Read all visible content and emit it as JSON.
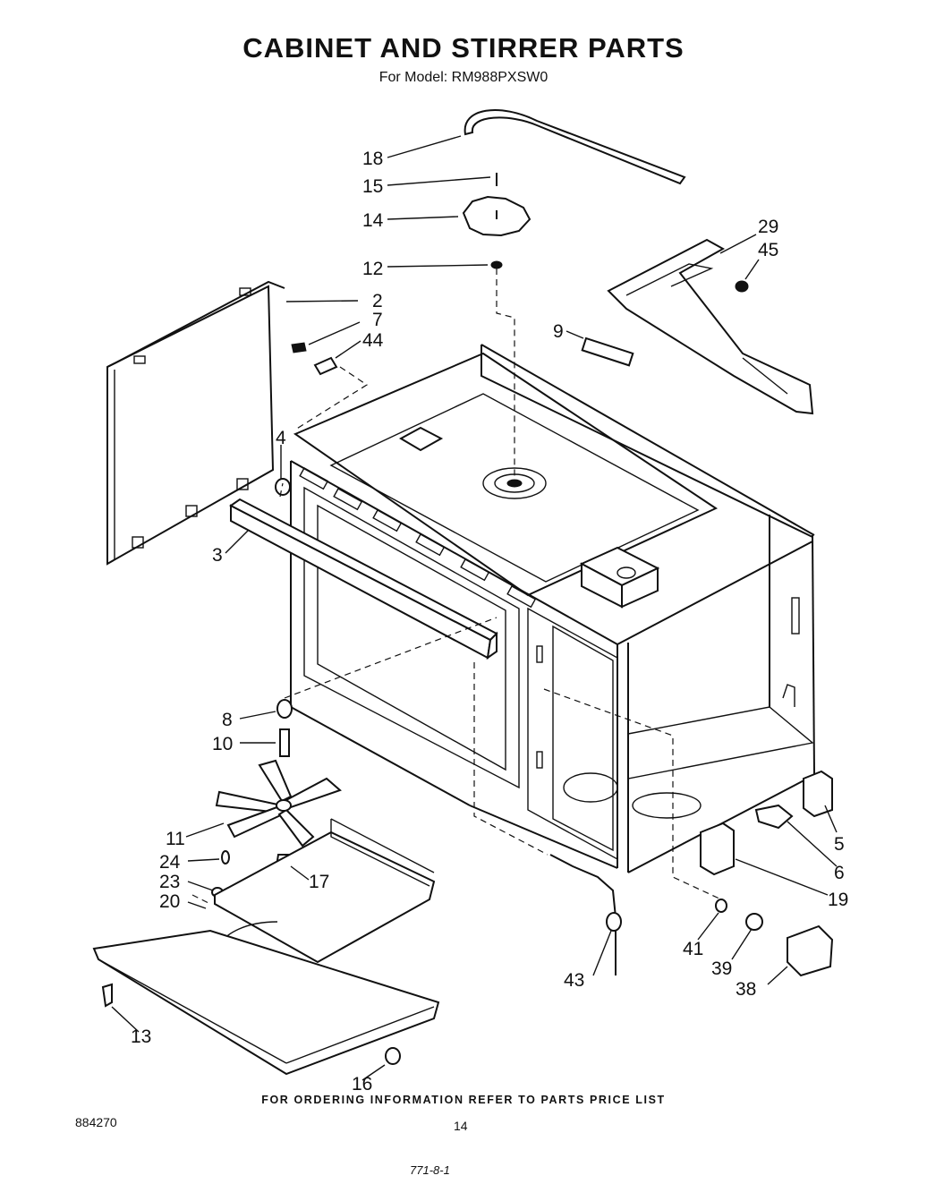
{
  "title": "CABINET AND STIRRER PARTS",
  "subtitle": "For Model: RM988PXSW0",
  "footer_note": "FOR ORDERING INFORMATION REFER TO PARTS PRICE LIST",
  "doc_number": "884270",
  "page_number": "14",
  "handwritten_note": "771-8-1",
  "callouts": {
    "c18": "18",
    "c15": "15",
    "c14": "14",
    "c12": "12",
    "c29": "29",
    "c45": "45",
    "c9": "9",
    "c2": "2",
    "c7": "7",
    "c44": "44",
    "c4": "4",
    "c3": "3",
    "c8": "8",
    "c10": "10",
    "c11": "11",
    "c24": "24",
    "c23": "23",
    "c20": "20",
    "c17": "17",
    "c13": "13",
    "c16": "16",
    "c5": "5",
    "c6": "6",
    "c19": "19",
    "c41": "41",
    "c39": "39",
    "c38": "38",
    "c43": "43"
  }
}
